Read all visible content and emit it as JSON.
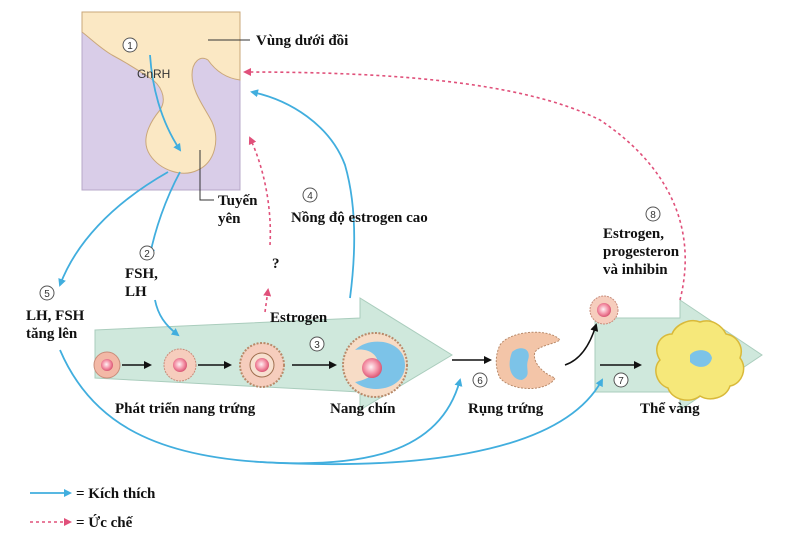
{
  "colors": {
    "stimulate": "#41aede",
    "inhibit": "#e0507a",
    "brain_bg": "#d9cde8",
    "brain_tissue": "#fbe8c4",
    "big_arrow": "#cfe8dc",
    "follicle": "#f3b8a6",
    "corpus_luteum": "#f6e87a"
  },
  "labels": {
    "hypothalamus": "Vùng dưới đồi",
    "gnrh": "GnRH",
    "pituitary_l1": "Tuyến",
    "pituitary_l2": "yên",
    "fsh_lh_l1": "FSH,",
    "fsh_lh_l2": "LH",
    "high_estrogen": "Nồng độ estrogen cao",
    "question": "?",
    "estrogen": "Estrogen",
    "lh_fsh_l1": "LH, FSH",
    "lh_fsh_l2": "tăng lên",
    "follicle_dev": "Phát triển nang trứng",
    "mature_follicle": "Nang chín",
    "ovulation": "Rụng trứng",
    "corpus_luteum": "Thể vàng",
    "hormones_l1": "Estrogen,",
    "hormones_l2": "progesteron",
    "hormones_l3": "và inhibin"
  },
  "steps": [
    "1",
    "2",
    "3",
    "4",
    "5",
    "6",
    "7",
    "8"
  ],
  "legend": {
    "stimulate": "= Kích thích",
    "inhibit": "= Ức chế"
  }
}
